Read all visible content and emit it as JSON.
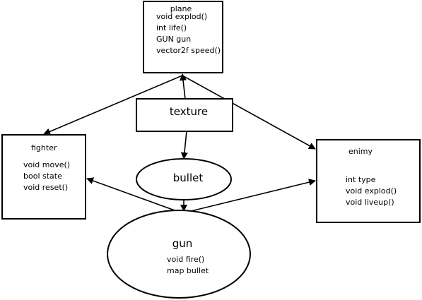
{
  "nodes": {
    "plane": {
      "title": "plane",
      "lines": [
        "void explod()",
        "int life()",
        "GUN gun",
        "vector2f speed()"
      ]
    },
    "texture": {
      "title": "texture"
    },
    "fighter": {
      "title": "fighter",
      "lines": [
        "void move()",
        "bool state",
        "void reset()"
      ]
    },
    "bullet": {
      "title": "bullet"
    },
    "enimy": {
      "title": "enimy",
      "lines": [
        "int type",
        "void explod()",
        "void liveup()"
      ]
    },
    "gun": {
      "title": "gun",
      "lines": [
        "void fire()",
        "map bullet"
      ]
    }
  },
  "edges": [
    {
      "from": "plane",
      "to": "fighter"
    },
    {
      "from": "plane",
      "to": "enimy"
    },
    {
      "from": "texture",
      "to": "plane"
    },
    {
      "from": "texture",
      "to": "bullet"
    },
    {
      "from": "bullet",
      "to": "gun"
    },
    {
      "from": "gun",
      "to": "fighter"
    },
    {
      "from": "gun",
      "to": "enimy"
    }
  ]
}
